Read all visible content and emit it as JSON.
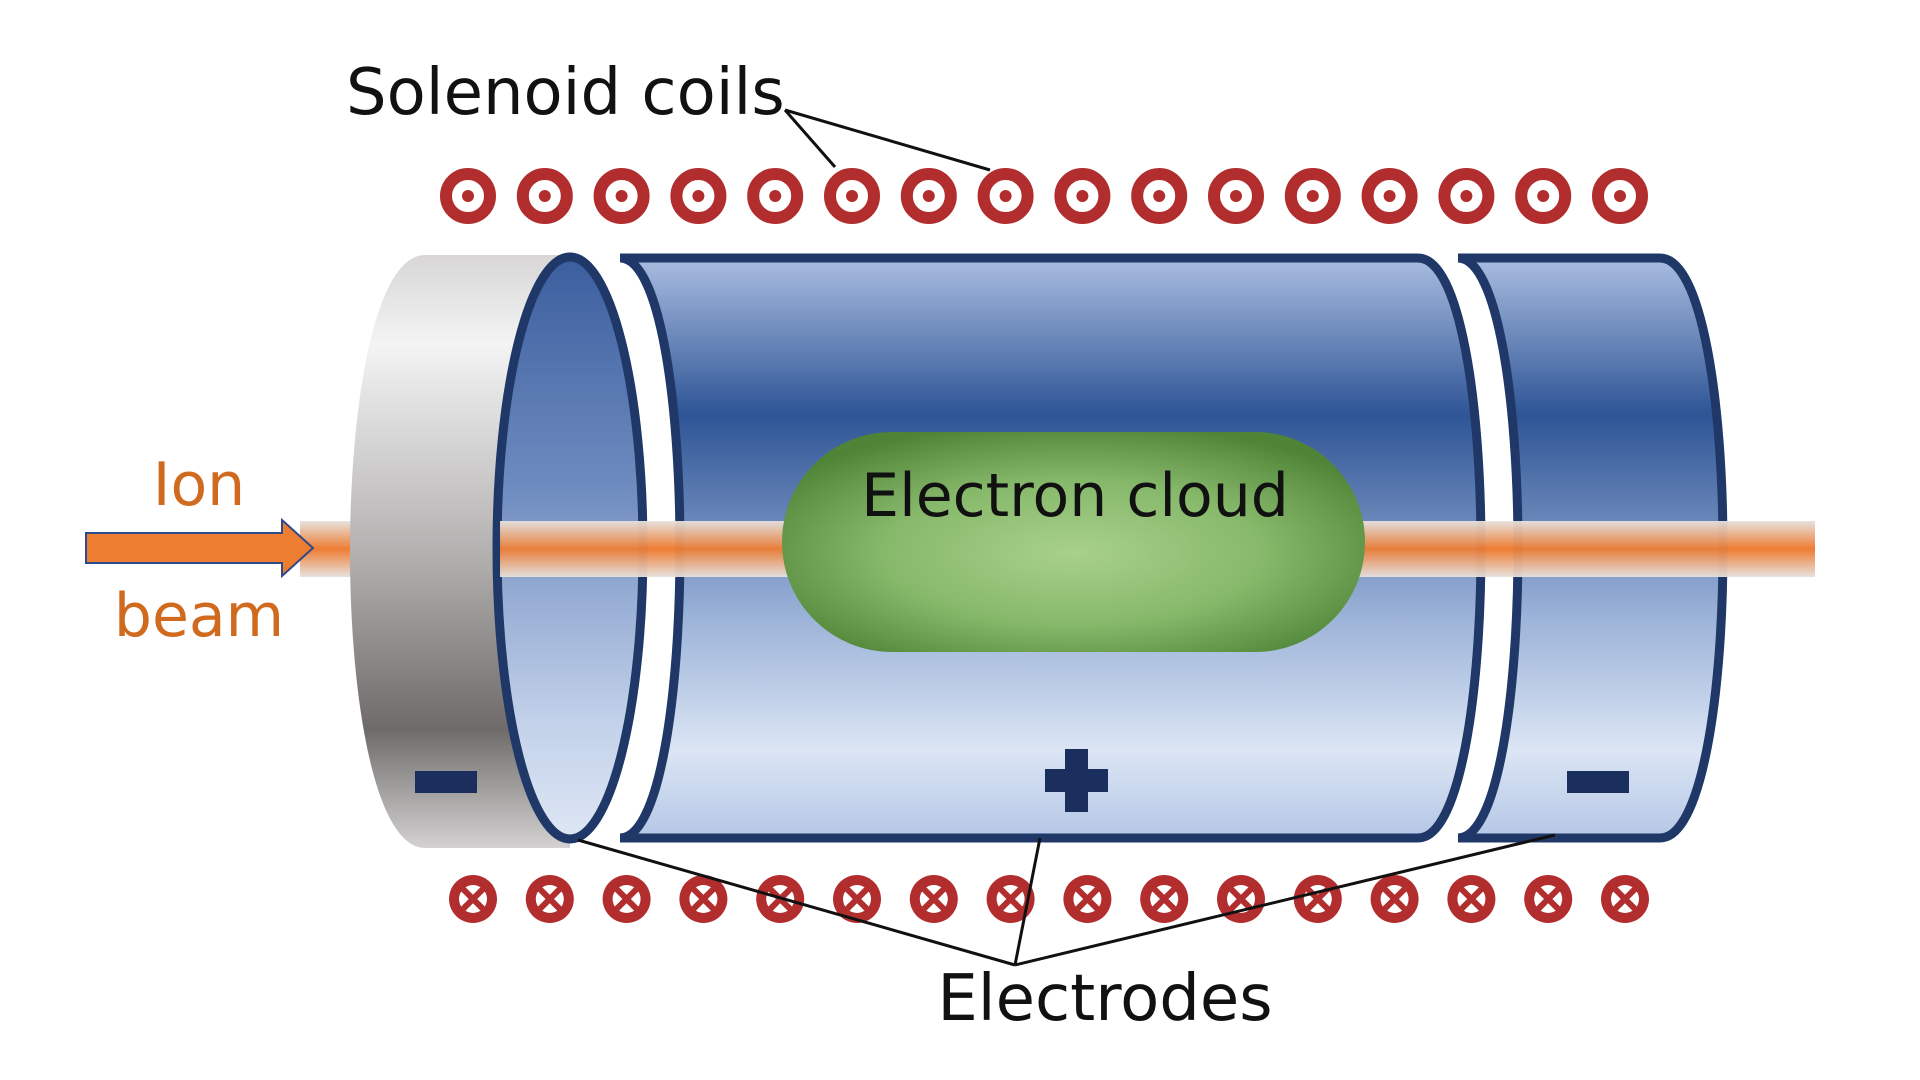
{
  "labels": {
    "solenoid_coils": "Solenoid coils",
    "electron_cloud": "Electron cloud",
    "ion": "Ion",
    "beam": "beam",
    "electrodes": "Electrodes"
  },
  "polarity": {
    "left_electrode": "negative",
    "middle_electrode": "positive",
    "right_electrode": "negative"
  },
  "coils": {
    "top_count": 16,
    "top_symbol": "dot",
    "bottom_count": 16,
    "bottom_symbol": "cross"
  },
  "colors": {
    "coil_red": "#b22e2e",
    "electrode_dark_blue": "#1f3868",
    "electrode_blue": "#2f5596",
    "electrode_light_blue": "#d8e3f3",
    "electron_cloud_green": "#5a8f3f",
    "beam_orange": "#ed7d31",
    "cap_gray": "#7a7777",
    "ion_beam_text": "#cf6a1e"
  }
}
